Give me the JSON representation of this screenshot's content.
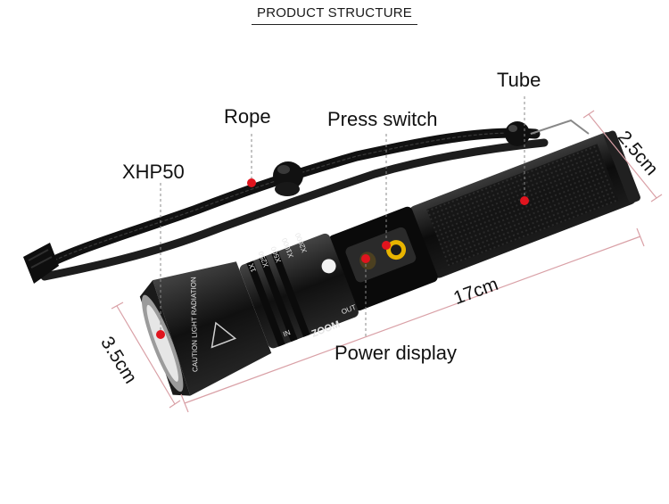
{
  "title": "PRODUCT STRUCTURE",
  "callouts": {
    "xhp50": "XHP50",
    "rope": "Rope",
    "press_switch": "Press switch",
    "tube": "Tube",
    "power_display": "Power display"
  },
  "dimensions": {
    "length": "17cm",
    "tail_diameter": "2.5cm",
    "head_diameter": "3.5cm"
  },
  "head_markings": {
    "zoom": "ZOOM",
    "caution": "CAUTION LIGHT RADIATION",
    "scales": [
      "X2000",
      "X1000",
      "X500",
      "X250",
      "1X"
    ],
    "in": "IN",
    "out": "OUT"
  },
  "colors": {
    "marker": "#e0141e",
    "switch_ring": "#e8b400",
    "body": "#141414",
    "dimension_line": "#d9a0a6"
  }
}
